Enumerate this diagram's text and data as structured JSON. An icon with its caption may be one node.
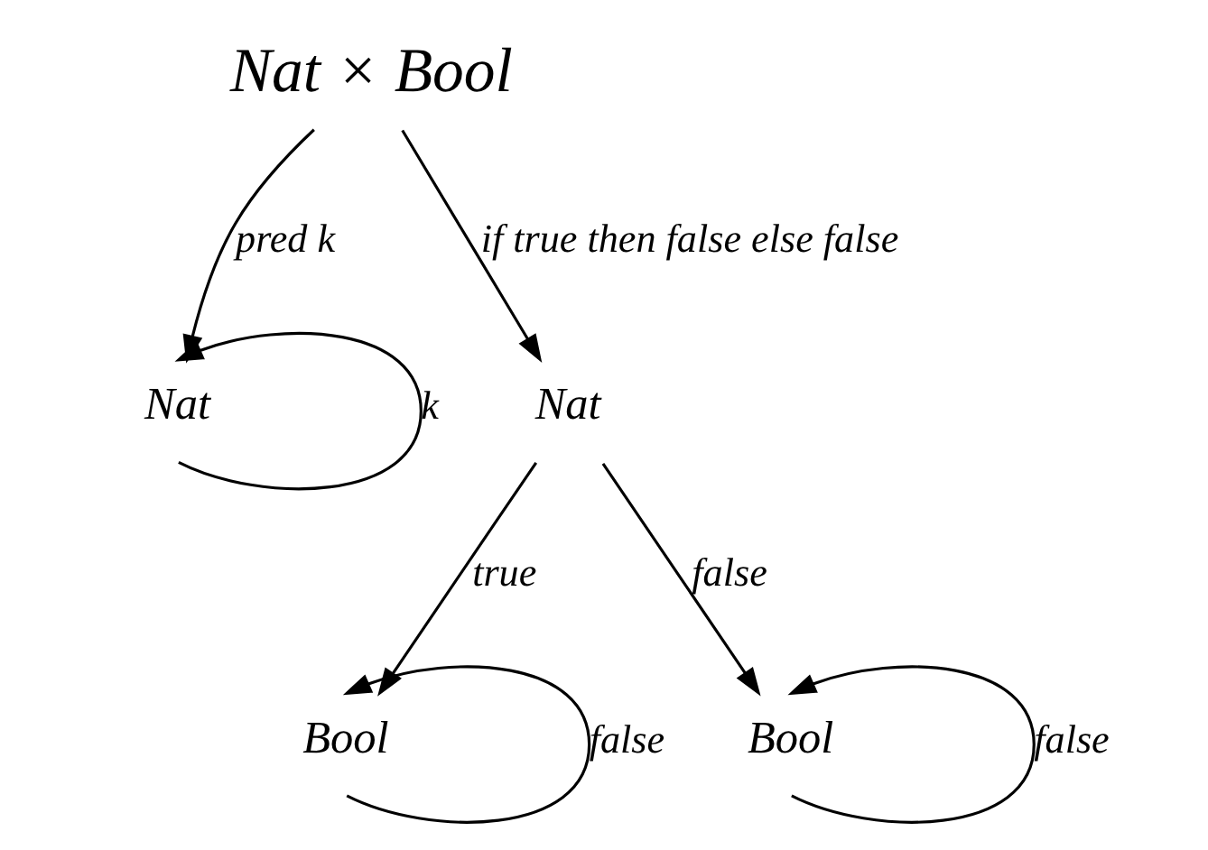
{
  "diagram": {
    "nodes": [
      {
        "text": [
          "Nat × Bool"
        ]
      },
      {
        "text": [
          "Nat"
        ]
      },
      {
        "text": [
          "Nat"
        ]
      },
      {
        "text": [
          "Bool"
        ]
      },
      {
        "text": [
          "Bool"
        ]
      }
    ],
    "edges": [
      {
        "from": 0,
        "to": 1,
        "arrow": "to",
        "label": "pred k"
      },
      {
        "from": 0,
        "to": 2,
        "arrow": "to",
        "label": "if true then false else false"
      },
      {
        "from": 1,
        "to": 1,
        "arrow": "to",
        "label": "k"
      },
      {
        "from": 2,
        "to": 3,
        "arrow": "to",
        "label": "true"
      },
      {
        "from": 2,
        "to": 4,
        "arrow": "to",
        "label": "false"
      },
      {
        "from": 3,
        "to": 3,
        "arrow": "to",
        "label": "false"
      },
      {
        "from": 4,
        "to": 4,
        "arrow": "to",
        "label": "false"
      }
    ]
  }
}
